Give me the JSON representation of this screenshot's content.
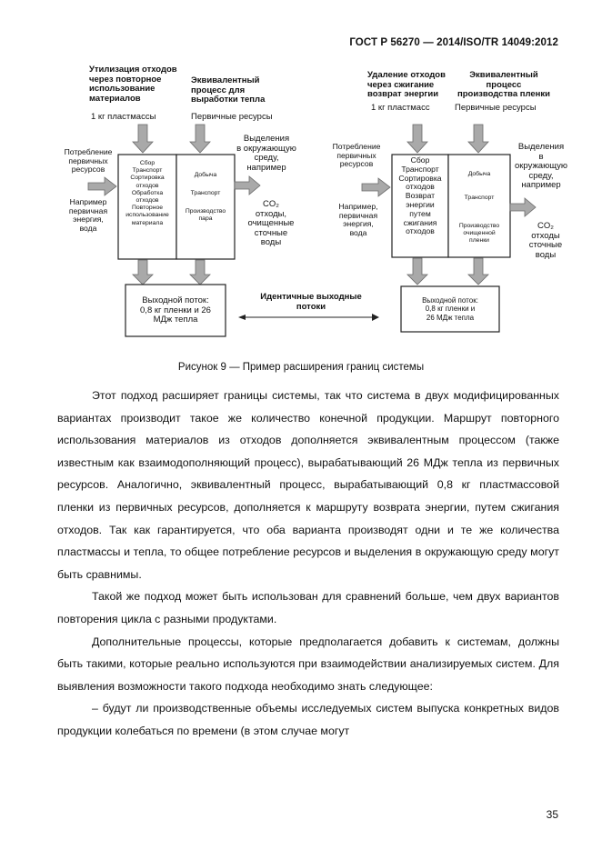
{
  "header": {
    "standard": "ГОСТ Р 56270 — 2014/ISO/TR 14049:2012"
  },
  "figure": {
    "left": {
      "title_recycling": "Утилизация отходов\nчерез повторное\nиспользование\nматериалов",
      "resource_recycling": "1 кг пластмассы",
      "title_equivalent": "Эквивалентный\nпроцесс для\nвыработки тепла",
      "resource_equivalent": "Первичные ресурсы",
      "input_consumption": "Потребление\nпервичных\nресурсов",
      "input_example": "Например\nпервичная\nэнергия,\nвода",
      "box_left": "Сбор\nТранспорт\nСортировка\nотходов\nОбработка\nотходов\nПовторное\nиспользование\nматериала",
      "box_right_top": "Добыча",
      "box_right_mid": "Транспорт",
      "box_right_bottom": "Производство\nпара",
      "output_emissions": "Выделения\nв окружающую\nсреду,\nнапример",
      "output_list": "CO₂\nотходы,\nочищенные\nсточные\nводы",
      "output_flow": "Выходной поток:\n0,8 кг пленки и 26\nМДж тепла"
    },
    "right": {
      "title_incineration": "Удаление отходов\nчерез сжигание\nвозврат энергии",
      "resource_incineration": "1 кг пластмасс",
      "title_equivalent": "Эквивалентный\nпроцесс\nпроизводства пленки",
      "resource_equivalent": "Первичные ресурсы",
      "input_consumption": "Потребление\nпервичных\nресурсов",
      "input_example": "Например,\nпервичная\nэнергия,\nвода",
      "box_left": "Сбор\nТранспорт\nСортировка\nотходов\nВозврат\nэнергии\nпутем\nсжигания\nотходов",
      "box_right_top": "Добыча",
      "box_right_mid": "Транспорт",
      "box_right_bottom": "Производство\nочищенной\nпленки",
      "output_emissions": "Выделения\nв\nокружающую\nсреду,\nнапример",
      "output_list": "CO₂\nотходы\nсточные\nводы",
      "output_flow": "Выходной поток:\n0,8 кг пленки и\n26 МДж тепла"
    },
    "identical_flows": "Идентичные выходные\nпотоки",
    "caption": "Рисунок 9 — Пример расширения границ системы"
  },
  "body": {
    "p1": "Этот подход расширяет границы системы, так что система в двух модифицированных вариантах производит такое же количество конечной продукции. Маршрут повторного использования материалов из отходов дополняется эквивалентным процессом (также известным как взаимодополняющий процесс), вырабатывающий 26 МДж тепла из первичных ресурсов. Аналогично, эквивалентный процесс, вырабатывающий 0,8 кг пластмассовой пленки из первичных ресурсов, дополняется к маршруту возврата энергии, путем сжигания отходов. Так как гарантируется, что оба варианта производят одни и те же количества пластмассы и тепла, то общее потребление ресурсов и выделения в окружающую среду могут быть сравнимы.",
    "p2": "Такой же подход может быть использован для сравнений больше, чем двух вариантов повторения цикла с разными продуктами.",
    "p3": "Дополнительные процессы, которые предполагается добавить к системам, должны быть такими, которые реально используются при взаимодействии анализируемых систем. Для выявления возможности такого подхода необходимо знать следующее:",
    "p4": "–  будут ли производственные объемы исследуемых систем выпуска конкретных видов продукции колебаться по времени (в этом случае могут"
  },
  "page_number": "35",
  "colors": {
    "arrow": "#a9a9a9",
    "arrow_stroke": "#6a6a6a",
    "box_stroke": "#222222"
  }
}
